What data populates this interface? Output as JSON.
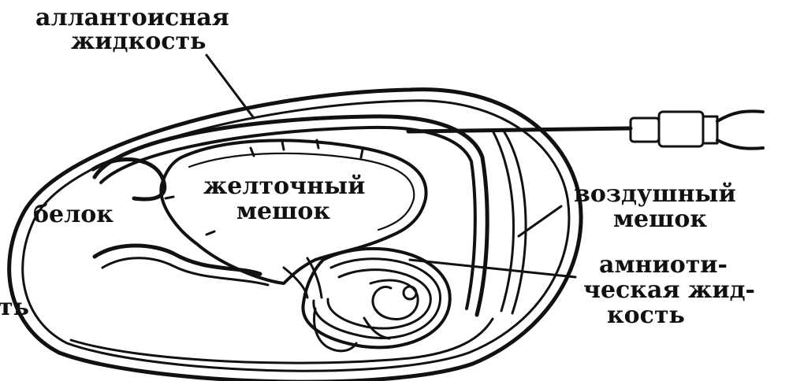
{
  "labels": {
    "allantoic_line1": "аллантоисная",
    "allantoic_line2": "жидкость",
    "yolk_line1": "желточный",
    "yolk_line2": "мешок",
    "albumen": "белок",
    "air_line1": "воздушный",
    "air_line2": "мешок",
    "amniotic_line1": "амниоти-",
    "amniotic_line2": "ческая жид-",
    "amniotic_line3": "кость",
    "cut_fragment": "ть"
  },
  "colors": {
    "ink": "#111111",
    "background": "#ffffff"
  }
}
